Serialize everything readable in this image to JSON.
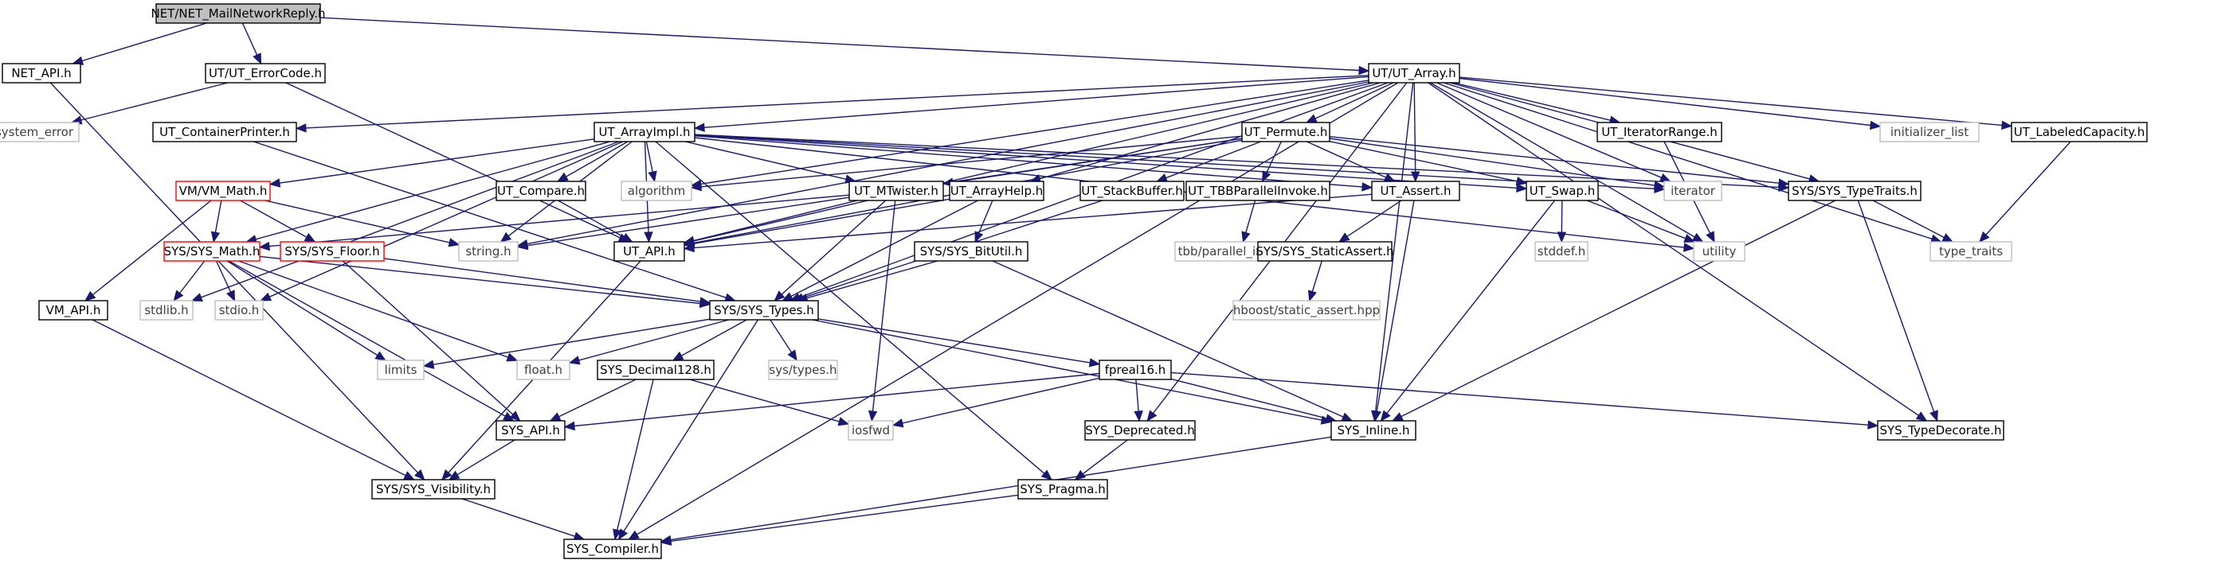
{
  "colors": {
    "edge": "#191970",
    "normal_border": "#000000",
    "system_border": "#bfbfbf",
    "truncated_border": "#ff0000",
    "root_fill": "#bfbfbf",
    "normal_text": "#000000",
    "system_text": "#3f3f3f"
  },
  "nodes": [
    {
      "id": "net_mailnetworkreply",
      "label": "NET/NET_MailNetworkReply.h",
      "kind": "root"
    },
    {
      "id": "net_api",
      "label": "NET_API.h",
      "kind": "normal"
    },
    {
      "id": "ut_errorcode",
      "label": "UT/UT_ErrorCode.h",
      "kind": "normal"
    },
    {
      "id": "ut_array",
      "label": "UT/UT_Array.h",
      "kind": "normal"
    },
    {
      "id": "system_error",
      "label": "system_error",
      "kind": "system"
    },
    {
      "id": "ut_containerprinter",
      "label": "UT_ContainerPrinter.h",
      "kind": "normal"
    },
    {
      "id": "ut_arrayimpl",
      "label": "UT_ArrayImpl.h",
      "kind": "normal"
    },
    {
      "id": "ut_permute",
      "label": "UT_Permute.h",
      "kind": "normal"
    },
    {
      "id": "ut_iteratorrange",
      "label": "UT_IteratorRange.h",
      "kind": "normal"
    },
    {
      "id": "initializer_list",
      "label": "initializer_list",
      "kind": "system"
    },
    {
      "id": "ut_labeledcapacity",
      "label": "UT_LabeledCapacity.h",
      "kind": "normal"
    },
    {
      "id": "vm_math",
      "label": "VM/VM_Math.h",
      "kind": "truncated"
    },
    {
      "id": "ut_compare",
      "label": "UT_Compare.h",
      "kind": "normal"
    },
    {
      "id": "algorithm",
      "label": "algorithm",
      "kind": "system"
    },
    {
      "id": "ut_mtwister",
      "label": "UT_MTwister.h",
      "kind": "normal"
    },
    {
      "id": "ut_arrayhelp",
      "label": "UT_ArrayHelp.h",
      "kind": "normal"
    },
    {
      "id": "ut_stackbuffer",
      "label": "UT_StackBuffer.h",
      "kind": "normal"
    },
    {
      "id": "ut_tbbparallelinvoke",
      "label": "UT_TBBParallelInvoke.h",
      "kind": "normal"
    },
    {
      "id": "ut_assert",
      "label": "UT_Assert.h",
      "kind": "normal"
    },
    {
      "id": "iterator",
      "label": "iterator",
      "kind": "system"
    },
    {
      "id": "ut_swap",
      "label": "UT_Swap.h",
      "kind": "normal"
    },
    {
      "id": "sys_typetraits",
      "label": "SYS/SYS_TypeTraits.h",
      "kind": "normal"
    },
    {
      "id": "sys_math",
      "label": "SYS/SYS_Math.h",
      "kind": "truncated"
    },
    {
      "id": "sys_floor",
      "label": "SYS/SYS_Floor.h",
      "kind": "truncated"
    },
    {
      "id": "string_h",
      "label": "string.h",
      "kind": "system"
    },
    {
      "id": "ut_api",
      "label": "UT_API.h",
      "kind": "normal"
    },
    {
      "id": "sys_bitutil",
      "label": "SYS/SYS_BitUtil.h",
      "kind": "normal"
    },
    {
      "id": "tbb_parallel_invoke",
      "label": "tbb/parallel_invoke.h",
      "kind": "system"
    },
    {
      "id": "sys_staticassert",
      "label": "SYS/SYS_StaticAssert.h",
      "kind": "normal"
    },
    {
      "id": "stddef_h",
      "label": "stddef.h",
      "kind": "system"
    },
    {
      "id": "utility",
      "label": "utility",
      "kind": "system"
    },
    {
      "id": "type_traits",
      "label": "type_traits",
      "kind": "system"
    },
    {
      "id": "vm_api",
      "label": "VM_API.h",
      "kind": "normal"
    },
    {
      "id": "stdlib_h",
      "label": "stdlib.h",
      "kind": "system"
    },
    {
      "id": "stdio_h",
      "label": "stdio.h",
      "kind": "system"
    },
    {
      "id": "sys_types",
      "label": "SYS/SYS_Types.h",
      "kind": "normal"
    },
    {
      "id": "hboost_static_assert",
      "label": "hboost/static_assert.hpp",
      "kind": "system"
    },
    {
      "id": "limits",
      "label": "limits",
      "kind": "system"
    },
    {
      "id": "float_h",
      "label": "float.h",
      "kind": "system"
    },
    {
      "id": "sys_decimal128",
      "label": "SYS_Decimal128.h",
      "kind": "normal"
    },
    {
      "id": "sys_types_h",
      "label": "sys/types.h",
      "kind": "system"
    },
    {
      "id": "fpreal16",
      "label": "fpreal16.h",
      "kind": "normal"
    },
    {
      "id": "iosfwd",
      "label": "iosfwd",
      "kind": "system"
    },
    {
      "id": "sys_api",
      "label": "SYS_API.h",
      "kind": "normal"
    },
    {
      "id": "sys_deprecated",
      "label": "SYS_Deprecated.h",
      "kind": "normal"
    },
    {
      "id": "sys_inline",
      "label": "SYS_Inline.h",
      "kind": "normal"
    },
    {
      "id": "sys_typedecorate",
      "label": "SYS_TypeDecorate.h",
      "kind": "normal"
    },
    {
      "id": "sys_visibility",
      "label": "SYS/SYS_Visibility.h",
      "kind": "normal"
    },
    {
      "id": "sys_pragma",
      "label": "SYS_Pragma.h",
      "kind": "normal"
    },
    {
      "id": "sys_compiler",
      "label": "SYS_Compiler.h",
      "kind": "normal"
    }
  ],
  "edges": [
    [
      "net_mailnetworkreply",
      "net_api"
    ],
    [
      "net_mailnetworkreply",
      "ut_errorcode"
    ],
    [
      "net_mailnetworkreply",
      "ut_array"
    ],
    [
      "net_api",
      "sys_visibility"
    ],
    [
      "ut_errorcode",
      "system_error"
    ],
    [
      "ut_errorcode",
      "ut_api"
    ],
    [
      "ut_array",
      "ut_api"
    ],
    [
      "ut_array",
      "ut_containerprinter"
    ],
    [
      "ut_array",
      "ut_arrayimpl"
    ],
    [
      "ut_array",
      "ut_permute"
    ],
    [
      "ut_array",
      "ut_iteratorrange"
    ],
    [
      "ut_array",
      "initializer_list"
    ],
    [
      "ut_array",
      "ut_labeledcapacity"
    ],
    [
      "ut_array",
      "ut_assert"
    ],
    [
      "ut_array",
      "ut_arrayhelp"
    ],
    [
      "ut_array",
      "sys_typetraits"
    ],
    [
      "ut_array",
      "sys_types"
    ],
    [
      "ut_array",
      "sys_compiler"
    ],
    [
      "ut_array",
      "sys_deprecated"
    ],
    [
      "ut_array",
      "sys_inline"
    ],
    [
      "ut_array",
      "sys_typedecorate"
    ],
    [
      "ut_array",
      "algorithm"
    ],
    [
      "ut_array",
      "iterator"
    ],
    [
      "ut_array",
      "utility"
    ],
    [
      "ut_array",
      "type_traits"
    ],
    [
      "ut_array",
      "string_h"
    ],
    [
      "ut_containerprinter",
      "sys_types"
    ],
    [
      "ut_arrayimpl",
      "vm_math"
    ],
    [
      "ut_arrayimpl",
      "ut_compare"
    ],
    [
      "ut_arrayimpl",
      "algorithm"
    ],
    [
      "ut_arrayimpl",
      "ut_mtwister"
    ],
    [
      "ut_arrayimpl",
      "ut_assert"
    ],
    [
      "ut_arrayimpl",
      "ut_swap"
    ],
    [
      "ut_arrayimpl",
      "sys_typetraits"
    ],
    [
      "ut_arrayimpl",
      "sys_math"
    ],
    [
      "ut_arrayimpl",
      "string_h"
    ],
    [
      "ut_arrayimpl",
      "ut_api"
    ],
    [
      "ut_arrayimpl",
      "sys_pragma"
    ],
    [
      "ut_arrayimpl",
      "stdlib_h"
    ],
    [
      "ut_arrayimpl",
      "stdio_h"
    ],
    [
      "ut_arrayimpl",
      "iterator"
    ],
    [
      "ut_arrayimpl",
      "utility"
    ],
    [
      "ut_permute",
      "ut_mtwister"
    ],
    [
      "ut_permute",
      "ut_stackbuffer"
    ],
    [
      "ut_permute",
      "ut_tbbparallelinvoke"
    ],
    [
      "ut_permute",
      "ut_assert"
    ],
    [
      "ut_permute",
      "ut_swap"
    ],
    [
      "ut_permute",
      "sys_typetraits"
    ],
    [
      "ut_permute",
      "algorithm"
    ],
    [
      "ut_permute",
      "iterator"
    ],
    [
      "ut_permute",
      "string_h"
    ],
    [
      "ut_permute",
      "ut_api"
    ],
    [
      "ut_iteratorrange",
      "utility"
    ],
    [
      "ut_labeledcapacity",
      "type_traits"
    ],
    [
      "vm_math",
      "sys_math"
    ],
    [
      "vm_math",
      "sys_floor"
    ],
    [
      "vm_math",
      "vm_api"
    ],
    [
      "vm_math",
      "string_h"
    ],
    [
      "ut_compare",
      "ut_api"
    ],
    [
      "ut_mtwister",
      "sys_types"
    ],
    [
      "ut_mtwister",
      "ut_api"
    ],
    [
      "ut_mtwister",
      "sys_math"
    ],
    [
      "ut_mtwister",
      "iosfwd"
    ],
    [
      "ut_arrayhelp",
      "sys_types"
    ],
    [
      "ut_arrayhelp",
      "ut_api"
    ],
    [
      "ut_arrayhelp",
      "sys_bitutil"
    ],
    [
      "ut_stackbuffer",
      "sys_types"
    ],
    [
      "ut_tbbparallelinvoke",
      "tbb_parallel_invoke"
    ],
    [
      "ut_assert",
      "ut_api"
    ],
    [
      "ut_assert",
      "sys_staticassert"
    ],
    [
      "ut_assert",
      "sys_inline"
    ],
    [
      "ut_swap",
      "stddef_h"
    ],
    [
      "ut_swap",
      "utility"
    ],
    [
      "ut_swap",
      "sys_inline"
    ],
    [
      "sys_typetraits",
      "type_traits"
    ],
    [
      "sys_typetraits",
      "sys_inline"
    ],
    [
      "sys_typetraits",
      "sys_typedecorate"
    ],
    [
      "sys_math",
      "sys_types"
    ],
    [
      "sys_math",
      "stdlib_h"
    ],
    [
      "sys_math",
      "stdio_h"
    ],
    [
      "sys_math",
      "limits"
    ],
    [
      "sys_math",
      "float_h"
    ],
    [
      "sys_math",
      "sys_api"
    ],
    [
      "sys_floor",
      "sys_types"
    ],
    [
      "sys_floor",
      "sys_api"
    ],
    [
      "ut_api",
      "sys_visibility"
    ],
    [
      "sys_bitutil",
      "sys_types"
    ],
    [
      "sys_bitutil",
      "sys_inline"
    ],
    [
      "sys_staticassert",
      "hboost_static_assert"
    ],
    [
      "vm_api",
      "sys_visibility"
    ],
    [
      "sys_types",
      "limits"
    ],
    [
      "sys_types",
      "float_h"
    ],
    [
      "sys_types",
      "sys_decimal128"
    ],
    [
      "sys_types",
      "sys_types_h"
    ],
    [
      "sys_types",
      "fpreal16"
    ],
    [
      "sys_types",
      "sys_inline"
    ],
    [
      "sys_types",
      "sys_compiler"
    ],
    [
      "sys_decimal128",
      "sys_api"
    ],
    [
      "sys_decimal128",
      "iosfwd"
    ],
    [
      "sys_decimal128",
      "sys_compiler"
    ],
    [
      "fpreal16",
      "sys_api"
    ],
    [
      "fpreal16",
      "sys_deprecated"
    ],
    [
      "fpreal16",
      "sys_inline"
    ],
    [
      "fpreal16",
      "sys_typedecorate"
    ],
    [
      "fpreal16",
      "iosfwd"
    ],
    [
      "sys_api",
      "sys_visibility"
    ],
    [
      "sys_deprecated",
      "sys_pragma"
    ],
    [
      "sys_inline",
      "sys_compiler"
    ],
    [
      "sys_visibility",
      "sys_compiler"
    ],
    [
      "sys_pragma",
      "sys_compiler"
    ]
  ]
}
